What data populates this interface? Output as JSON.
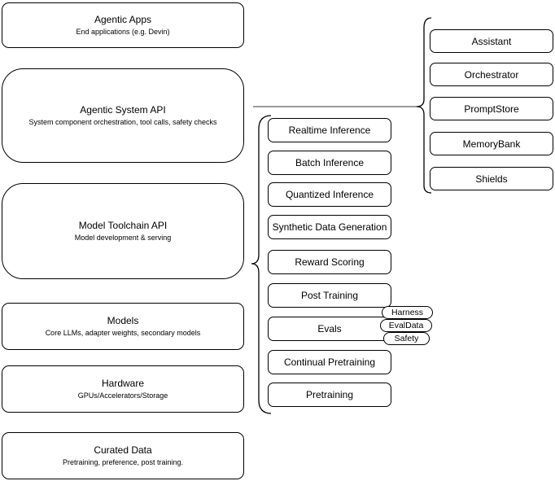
{
  "diagram": {
    "left_stack": [
      {
        "title": "Agentic Apps",
        "subtitle": "End applications (e.g. Devin)"
      },
      {
        "title": "Agentic System API",
        "subtitle": "System component orchestration, tool calls, safety checks"
      },
      {
        "title": "Model Toolchain API",
        "subtitle": "Model development & serving"
      },
      {
        "title": "Models",
        "subtitle": "Core LLMs, adapter weights, secondary models"
      },
      {
        "title": "Hardware",
        "subtitle": "GPUs/Accelerators/Storage"
      },
      {
        "title": "Curated Data",
        "subtitle": "Pretraining, preference, post training."
      }
    ],
    "toolchain_items": [
      "Realtime Inference",
      "Batch Inference",
      "Quantized Inference",
      "Synthetic Data Generation",
      "Reward Scoring",
      "Post Training",
      "Evals",
      "Continual Pretraining",
      "Pretraining"
    ],
    "eval_tags": [
      "Harness",
      "EvalData",
      "Safety"
    ],
    "system_components": [
      "Assistant",
      "Orchestrator",
      "PromptStore",
      "MemoryBank",
      "Shields"
    ],
    "colors": {
      "box_stroke": "#000000",
      "box_fill": "#ffffff",
      "connector_gray": "#7a7a7a"
    }
  }
}
